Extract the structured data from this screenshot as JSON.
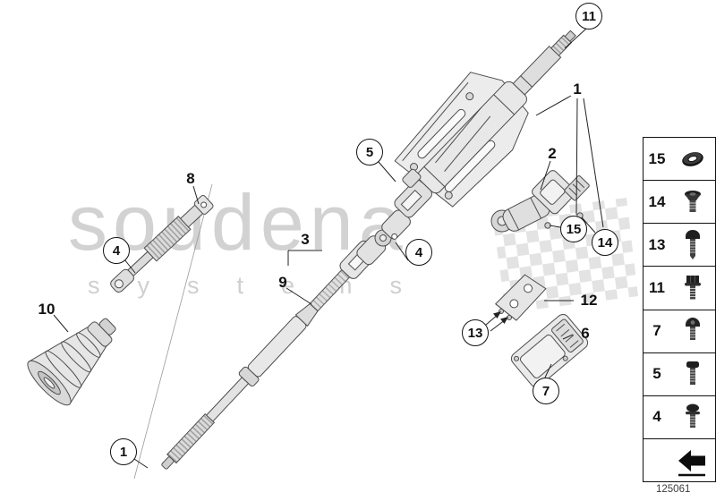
{
  "page": {
    "background": "#ffffff",
    "part_number": "125061"
  },
  "watermark": {
    "brand": "soudena",
    "subtitle": "systems",
    "text_color": "#d2d2d2",
    "flag_color": "#c7c7c7"
  },
  "illustration": {
    "line_color": "#4d4d4d",
    "parts": [
      "upper-steering-column",
      "adjustment-motor",
      "universal-joint",
      "lower-steering-shaft",
      "intermediate-shaft",
      "rubber-boot",
      "mounting-bracket",
      "control-module"
    ]
  },
  "callouts": {
    "items": [
      {
        "label": "11",
        "shape": "circle"
      },
      {
        "label": "1",
        "shape": "plain"
      },
      {
        "label": "2",
        "shape": "plain"
      },
      {
        "label": "5",
        "shape": "circle"
      },
      {
        "label": "8",
        "shape": "plain"
      },
      {
        "label": "4",
        "shape": "circle"
      },
      {
        "label": "3",
        "shape": "plain"
      },
      {
        "label": "9",
        "shape": "plain"
      },
      {
        "label": "10",
        "shape": "plain"
      },
      {
        "label": "15",
        "shape": "circle"
      },
      {
        "label": "14",
        "shape": "circle"
      },
      {
        "label": "4",
        "shape": "circle"
      },
      {
        "label": "12",
        "shape": "plain"
      },
      {
        "label": "13",
        "shape": "circle"
      },
      {
        "label": "6",
        "shape": "plain"
      },
      {
        "label": "7",
        "shape": "circle"
      },
      {
        "label": "1",
        "shape": "circle"
      }
    ]
  },
  "legend": {
    "rows": [
      {
        "label": "15",
        "icon": "grommet-icon"
      },
      {
        "label": "14",
        "icon": "countersunk-screw-icon"
      },
      {
        "label": "13",
        "icon": "pan-head-screw-icon"
      },
      {
        "label": "11",
        "icon": "hex-bolt-icon"
      },
      {
        "label": "7",
        "icon": "torx-screw-icon"
      },
      {
        "label": "5",
        "icon": "fillister-screw-icon"
      },
      {
        "label": "4",
        "icon": "washer-screw-icon"
      },
      {
        "label": "",
        "icon": "direction-arrow-icon"
      }
    ]
  }
}
